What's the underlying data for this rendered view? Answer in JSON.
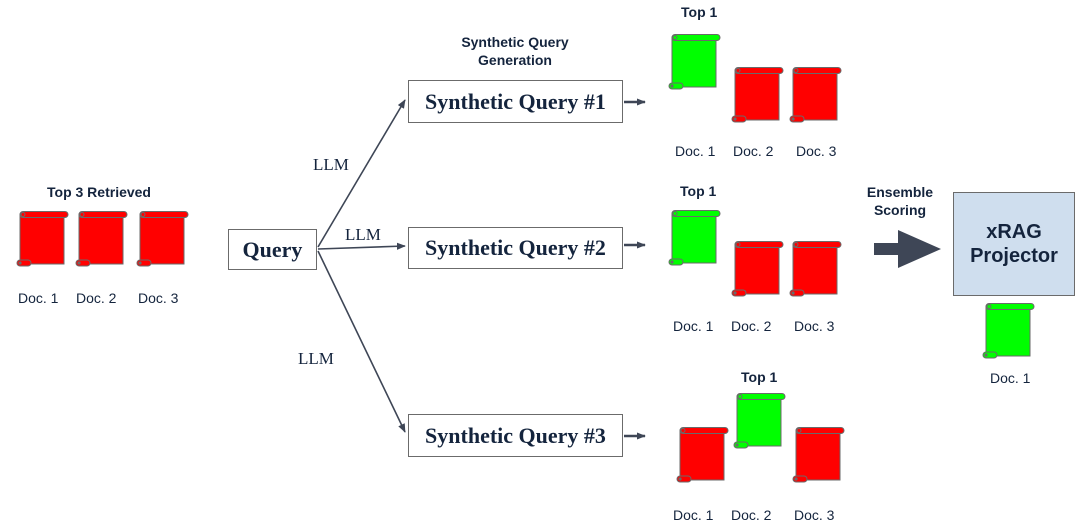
{
  "colors": {
    "relevant": "#00ff00",
    "irrelevant": "#ff0000",
    "scroll_edge": "#6a6a6a",
    "wire": "#3e4656",
    "text": "#14243d",
    "projector_fill": "#cfdeee"
  },
  "retrieved": {
    "title": "Top 3 Retrieved",
    "docs": [
      {
        "label": "Doc. 1",
        "color": "red"
      },
      {
        "label": "Doc. 2",
        "color": "red"
      },
      {
        "label": "Doc. 3",
        "color": "red"
      }
    ]
  },
  "query": {
    "label": "Query"
  },
  "llm_label": "LLM",
  "generation_title": "Synthetic Query\nGeneration",
  "synthetic_queries": [
    {
      "label": "Synthetic Query #1",
      "top_label": "Top 1",
      "docs": [
        {
          "label": "Doc. 1",
          "color": "green"
        },
        {
          "label": "Doc. 2",
          "color": "red"
        },
        {
          "label": "Doc. 3",
          "color": "red"
        }
      ]
    },
    {
      "label": "Synthetic Query #2",
      "top_label": "Top 1",
      "docs": [
        {
          "label": "Doc. 1",
          "color": "green"
        },
        {
          "label": "Doc. 2",
          "color": "red"
        },
        {
          "label": "Doc. 3",
          "color": "red"
        }
      ]
    },
    {
      "label": "Synthetic Query #3",
      "top_label": "Top 1",
      "docs": [
        {
          "label": "Doc. 1",
          "color": "red"
        },
        {
          "label": "Doc. 2",
          "color": "green"
        },
        {
          "label": "Doc. 3",
          "color": "red"
        }
      ]
    }
  ],
  "ensemble_label": "Ensemble\nScoring",
  "projector": {
    "label": "xRAG\nProjector"
  },
  "output_doc": {
    "label": "Doc. 1",
    "color": "green"
  }
}
